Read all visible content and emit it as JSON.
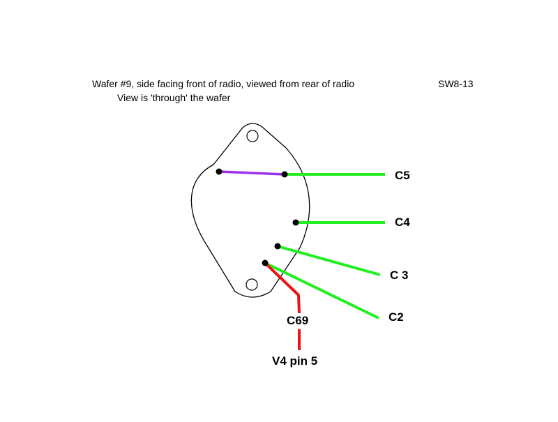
{
  "header": {
    "title_line1": "Wafer #9, side facing front of radio, viewed from rear of radio",
    "title_line2": "View is 'through' the wafer",
    "sheet_id": "SW8-13"
  },
  "labels": {
    "c5": "C5",
    "c4": "C4",
    "c3": "C 3",
    "c2": "C2",
    "c69": "C69",
    "v4": "V4 pin 5"
  },
  "colors": {
    "outline": "#000000",
    "jumper": "#9b30e8",
    "lead_green": "#22ee22",
    "lead_red": "#ee1111",
    "terminal": "#000000"
  }
}
